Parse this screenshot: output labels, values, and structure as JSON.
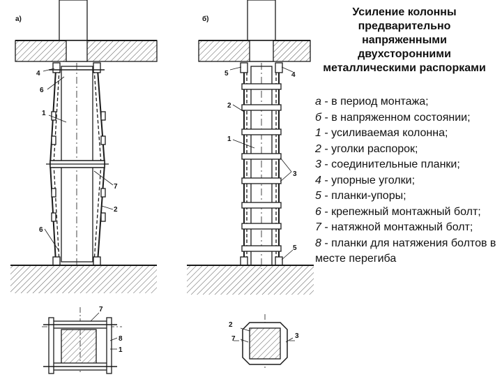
{
  "title_lines": [
    "Усиление колонны",
    "предварительно",
    "напряженными",
    "двухсторонними",
    "металлическими распорками"
  ],
  "legend": [
    {
      "key": "а",
      "text": " - в период монтажа;"
    },
    {
      "key": "б",
      "text": " - в напряженном состоянии;"
    },
    {
      "key": "1",
      "text": " - усиливаемая колонна;"
    },
    {
      "key": "2",
      "text": " - уголки распорок;"
    },
    {
      "key": "3",
      "text": " - соединительные планки;"
    },
    {
      "key": "4",
      "text": " - упорные уголки;"
    },
    {
      "key": "5",
      "text": " - планки-упоры;"
    },
    {
      "key": "6",
      "text": " - крепежный монтажный болт;"
    },
    {
      "key": "7",
      "text": " - натяжной монтажный болт;"
    },
    {
      "key": "8",
      "text": " - планки для натяжения болтов в месте перегиба"
    }
  ],
  "drawing_labels": {
    "view_a": "а)",
    "view_b": "б)",
    "n1": "1",
    "n2": "2",
    "n3": "3",
    "n4": "4",
    "n5": "5",
    "n6": "6",
    "n7": "7",
    "n8": "8"
  },
  "colors": {
    "ink": "#1a1a1a",
    "hatch": "#555555"
  }
}
